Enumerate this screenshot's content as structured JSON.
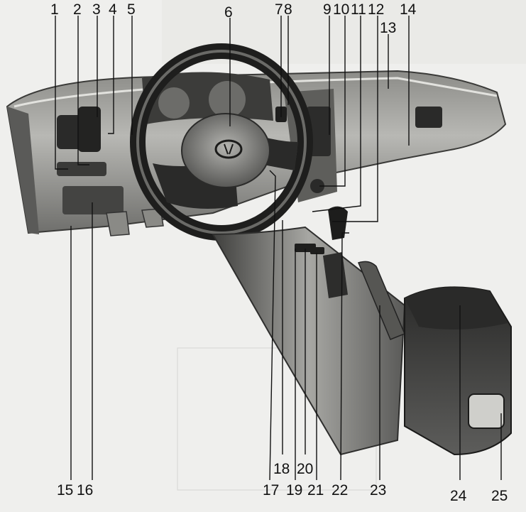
{
  "figure": {
    "title": "",
    "colors": {
      "background": "#efefed",
      "ink": "#111111",
      "body_light": "#cfcfcb",
      "body_mid": "#9a9a96",
      "body_dark": "#4a4a48",
      "black": "#1a1a1a"
    }
  },
  "callouts": {
    "top": [
      {
        "label": "1"
      },
      {
        "label": "2"
      },
      {
        "label": "3"
      },
      {
        "label": "4"
      },
      {
        "label": "5"
      },
      {
        "label": "6"
      },
      {
        "label": "7"
      },
      {
        "label": "8"
      },
      {
        "label": "9"
      },
      {
        "label": "10"
      },
      {
        "label": "11"
      },
      {
        "label": "12"
      },
      {
        "label": "13"
      },
      {
        "label": "14"
      }
    ],
    "bottom": [
      {
        "label": "15"
      },
      {
        "label": "16"
      },
      {
        "label": "17"
      },
      {
        "label": "18"
      },
      {
        "label": "19"
      },
      {
        "label": "20"
      },
      {
        "label": "21"
      },
      {
        "label": "22"
      },
      {
        "label": "23"
      },
      {
        "label": "24"
      },
      {
        "label": "25"
      }
    ]
  },
  "icons": {
    "steering_logo": "hyundai-logo-icon"
  }
}
